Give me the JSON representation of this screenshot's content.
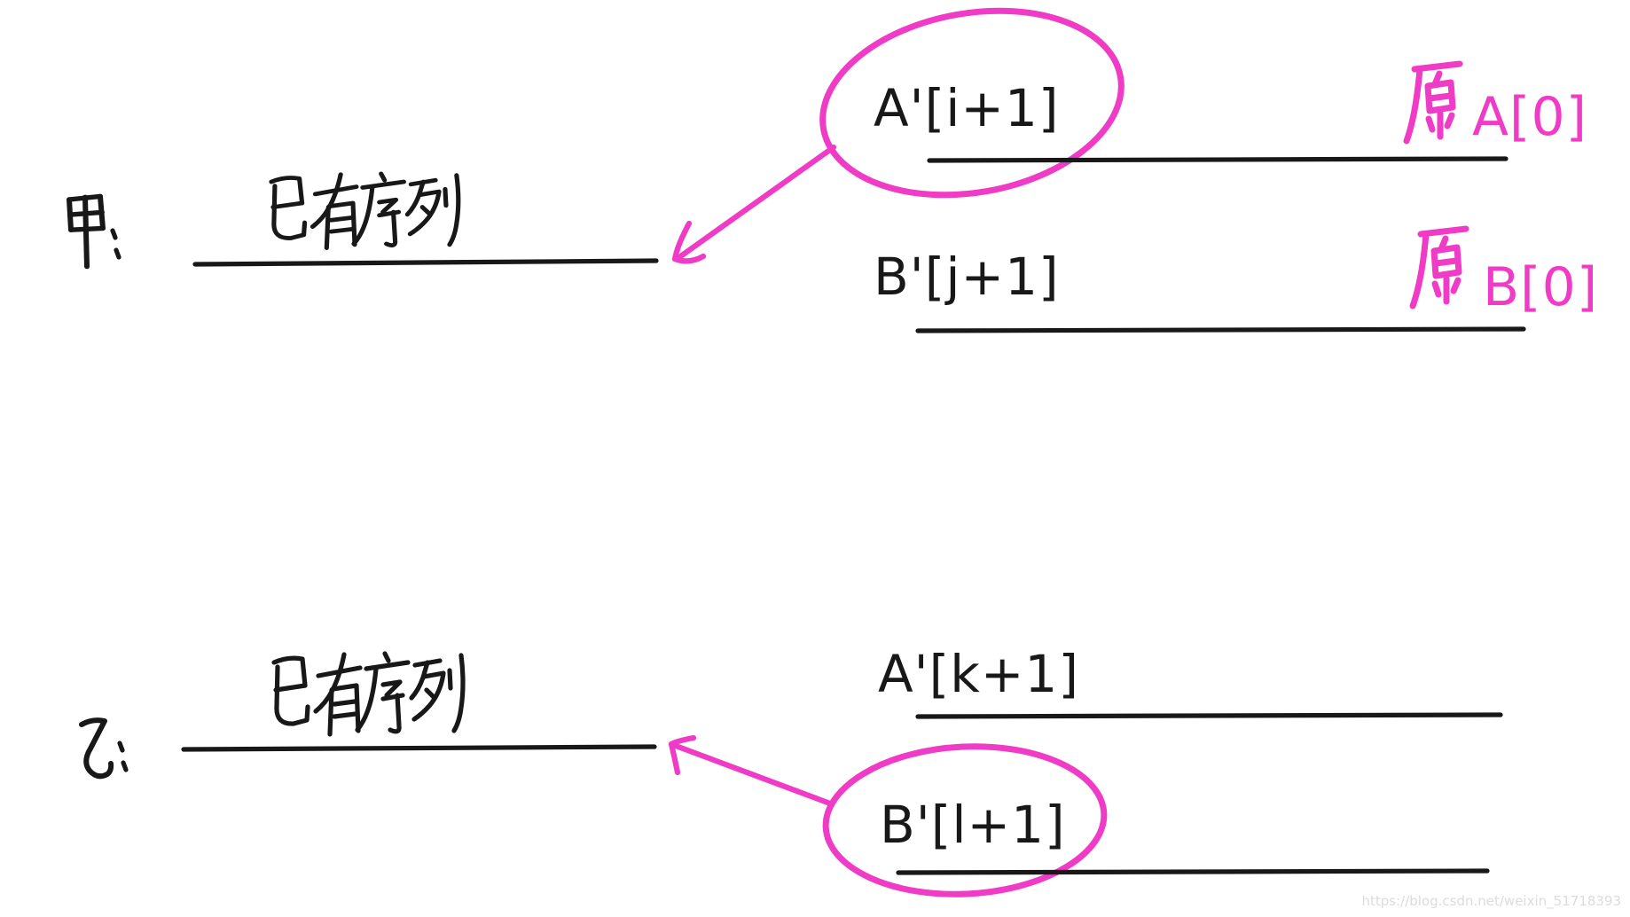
{
  "canvas": {
    "background": "#ffffff",
    "ink_black": "#181818",
    "ink_magenta": "#ef3bc5",
    "watermark_gray": "#dcdcdc"
  },
  "watermark": {
    "text": "https://blog.csdn.net/weixin_51718393"
  },
  "jia": {
    "label": "甲:",
    "sequence_label": "已有序列",
    "a_expression": "A'[i+1]",
    "a_origin_prefix": "原",
    "a_origin_value": "A[0]",
    "b_expression": "B'[j+1]",
    "b_origin_prefix": "原",
    "b_origin_value": "B[0]"
  },
  "yi": {
    "label": "乙:",
    "sequence_label": "已有序列",
    "a_expression": "A'[k+1]",
    "b_expression": "B'[l+1]"
  }
}
